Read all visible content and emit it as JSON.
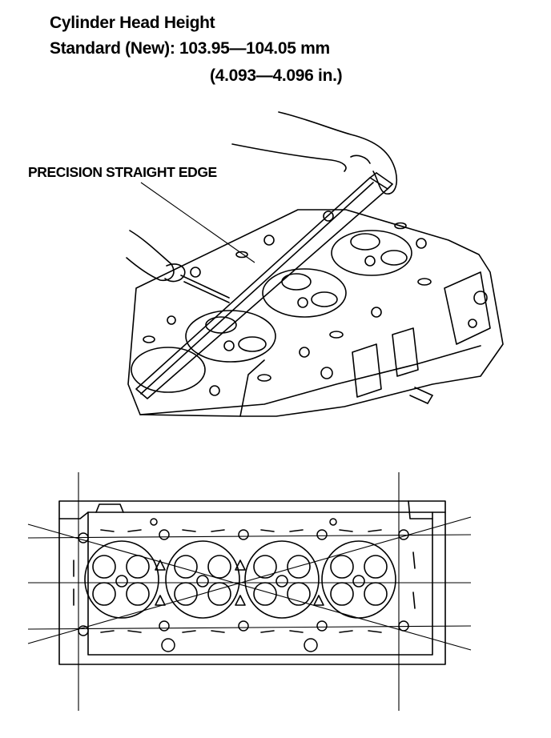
{
  "spec": {
    "title": "Cylinder Head Height",
    "standard": "Standard (New): 103.95—104.05 mm",
    "imperial": "(4.093—4.096 in.)"
  },
  "callout": {
    "label": "PRECISION STRAIGHT EDGE"
  }
}
